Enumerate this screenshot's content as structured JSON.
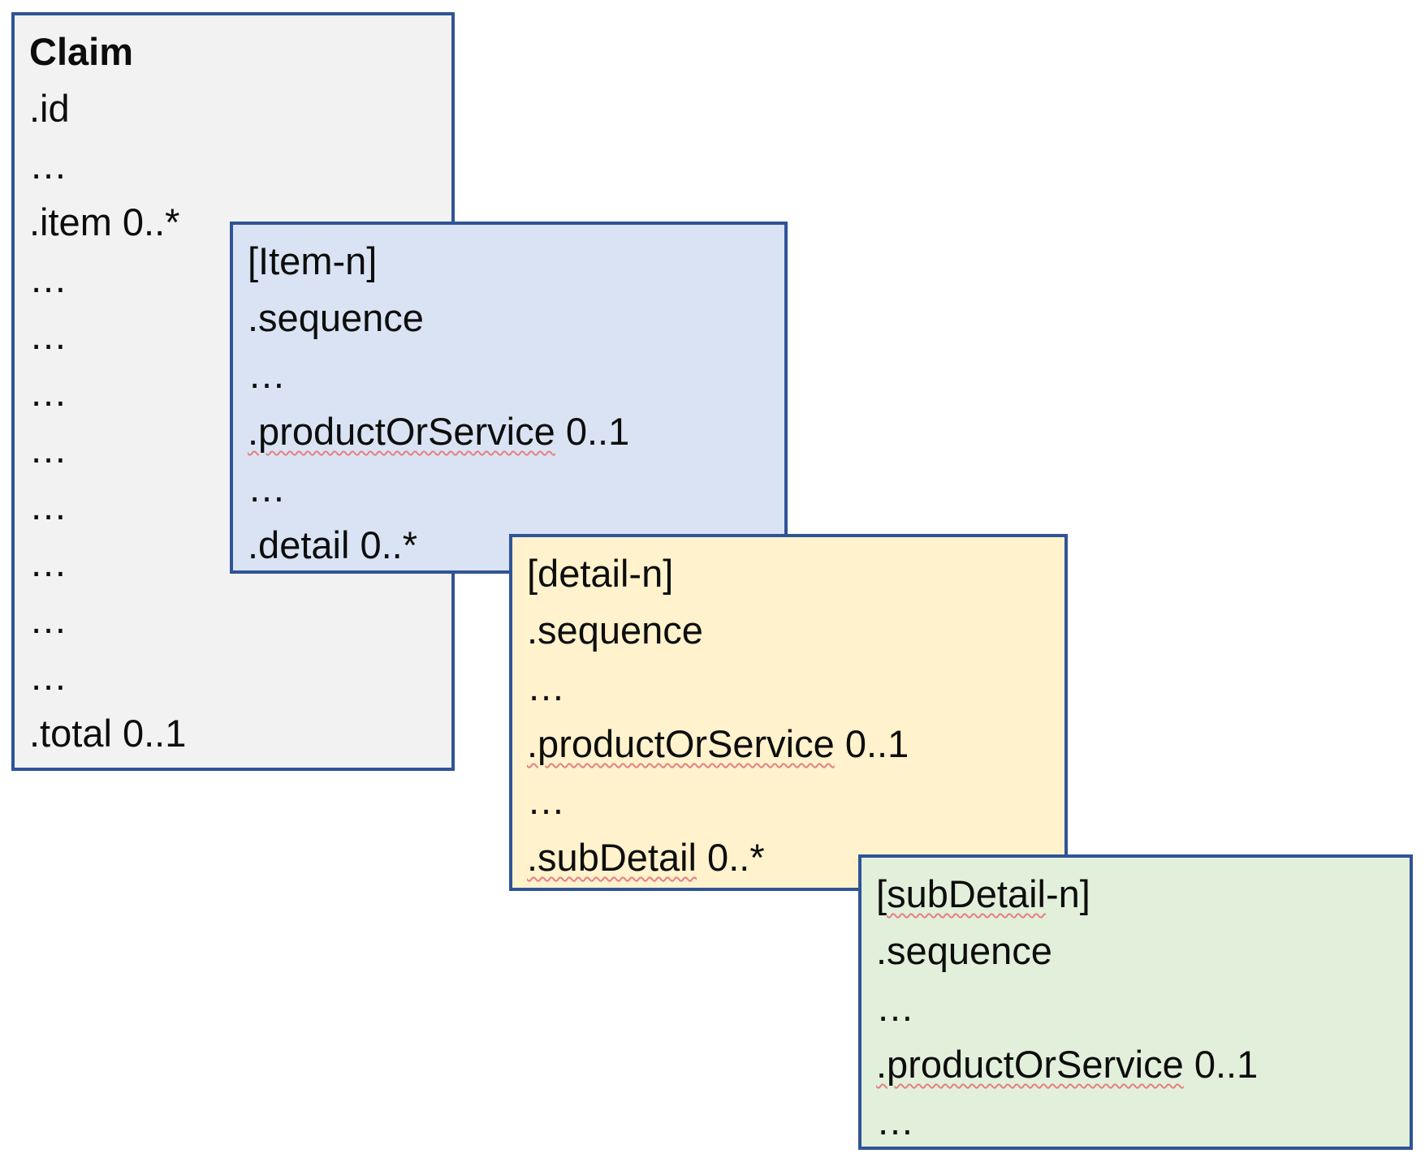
{
  "diagram": {
    "border_color": "#2F5496",
    "squiggle_color": "#E58080",
    "text_color": "#0d0d0d",
    "background": "#FFFFFF",
    "boxes": [
      {
        "id": "claim",
        "title": "Claim",
        "bg": "#F2F2F2",
        "lines": [
          ".id",
          "…",
          ".item 0..*",
          "…",
          "…",
          "…",
          "…",
          "…",
          "…",
          "…",
          "…",
          ".total 0..1"
        ]
      },
      {
        "id": "item",
        "title": "[Item-n]",
        "bg": "#DAE3F3",
        "lines": [
          ".sequence",
          "…",
          [
            {
              "t": ".productOrService",
              "sq": true
            },
            {
              "t": " 0..1"
            }
          ],
          "…",
          ".detail 0..*"
        ]
      },
      {
        "id": "detail",
        "title": "[detail-n]",
        "bg": "#FFF2CC",
        "lines": [
          ".sequence",
          "…",
          [
            {
              "t": ".productOrService",
              "sq": true
            },
            {
              "t": " 0..1"
            }
          ],
          "…",
          [
            {
              "t": ".subDetail",
              "sq": true
            },
            {
              "t": " 0..*"
            }
          ]
        ]
      },
      {
        "id": "subdetail",
        "title": [
          {
            "t": "["
          },
          {
            "t": "subDetail",
            "sq": true
          },
          {
            "t": "-n]"
          }
        ],
        "bg": "#E2EFDA",
        "lines": [
          ".sequence",
          "…",
          [
            {
              "t": ".productOrService",
              "sq": true
            },
            {
              "t": " 0..1"
            }
          ],
          "…"
        ]
      }
    ]
  }
}
